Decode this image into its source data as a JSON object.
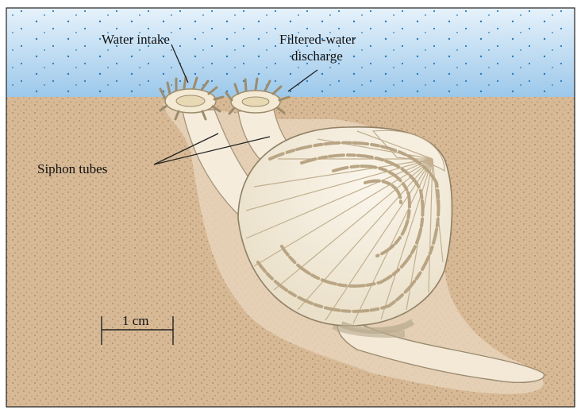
{
  "labels": {
    "water_intake": "Water intake",
    "filtered_discharge_line1": "Filtered-water",
    "filtered_discharge_line2": "discharge",
    "siphon_tubes": "Siphon tubes",
    "scale_bar": "1 cm"
  },
  "colors": {
    "water": "#a9d0ec",
    "sand": "#d6b896",
    "shell": "#f1e8d3",
    "shell_ridge": "#c9b79a",
    "siphon": "#f4ead8",
    "frame": "#222222"
  }
}
